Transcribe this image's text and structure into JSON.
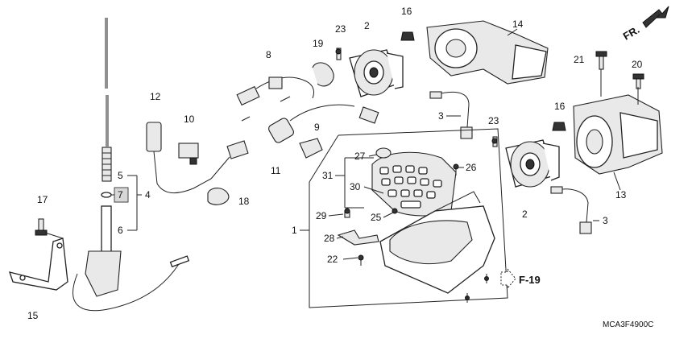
{
  "diagram": {
    "code": "MCA3F4900C",
    "front_marker": "FR.",
    "ref_marker": "F-19",
    "selected_callout": "7",
    "callouts": {
      "c1": "1",
      "c2a": "2",
      "c2b": "2",
      "c3a": "3",
      "c3b": "3",
      "c4": "4",
      "c5": "5",
      "c6": "6",
      "c7": "7",
      "c8": "8",
      "c9": "9",
      "c10": "10",
      "c11": "11",
      "c12": "12",
      "c13": "13",
      "c14": "14",
      "c15": "15",
      "c16a": "16",
      "c16b": "16",
      "c17": "17",
      "c18": "18",
      "c19": "19",
      "c20": "20",
      "c21": "21",
      "c22": "22",
      "c23a": "23",
      "c23b": "23",
      "c25": "25",
      "c26": "26",
      "c27": "27",
      "c28": "28",
      "c29": "29",
      "c30": "30",
      "c31": "31"
    },
    "colors": {
      "line": "#222222",
      "highlight": "#d7d7d7"
    }
  }
}
